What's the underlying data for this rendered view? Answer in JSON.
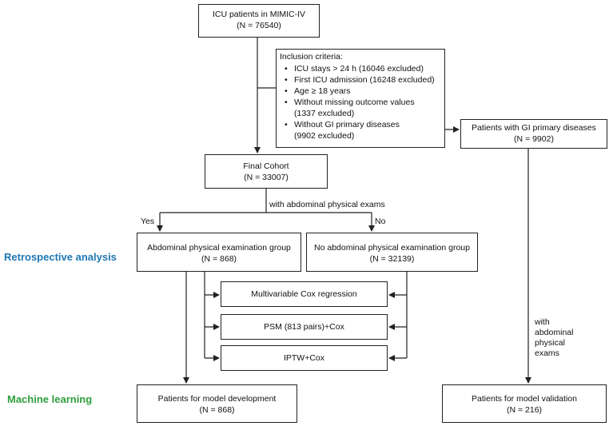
{
  "colors": {
    "retrospective": "#1f77b4",
    "machine_learning": "#2e9e3e",
    "stroke": "#222222"
  },
  "boxes": {
    "icu": {
      "title": "ICU patients in MIMIC-IV",
      "n": "(N = 76540)"
    },
    "inclusion": {
      "heading": "Inclusion criteria:",
      "items": [
        "ICU stays > 24 h (16046 excluded)",
        "First ICU admission (16248 excluded)",
        "Age ≥ 18 years",
        "Without missing outcome values",
        "Without GI primary diseases"
      ],
      "item3_cont": "(1337 excluded)",
      "item4_cont": "(9902 excluded)"
    },
    "gi": {
      "title": "Patients with GI primary diseases",
      "n": "(N = 9902)"
    },
    "final": {
      "title": "Final Cohort",
      "n": "(N = 33007)"
    },
    "abd": {
      "title": "Abdominal physical examination group",
      "n": "(N = 868)"
    },
    "noabd": {
      "title": "No abdominal physical examination group",
      "n": "(N = 32139)"
    },
    "cox": {
      "label": "Multivariable Cox regression"
    },
    "psm": {
      "label": "PSM (813 pairs)+Cox"
    },
    "iptw": {
      "label": "IPTW+Cox"
    },
    "dev": {
      "title": "Patients for model development",
      "n": "(N = 868)"
    },
    "val": {
      "title": "Patients for model validation",
      "n": "(N = 216)"
    }
  },
  "labels": {
    "with_exams": "with abdominal physical exams",
    "yes": "Yes",
    "no": "No",
    "side_exams": [
      "with",
      "abdominal",
      "physical",
      "exams"
    ]
  },
  "side_labels": {
    "retrospective": "Retrospective analysis",
    "machine_learning": "Machine learning"
  }
}
